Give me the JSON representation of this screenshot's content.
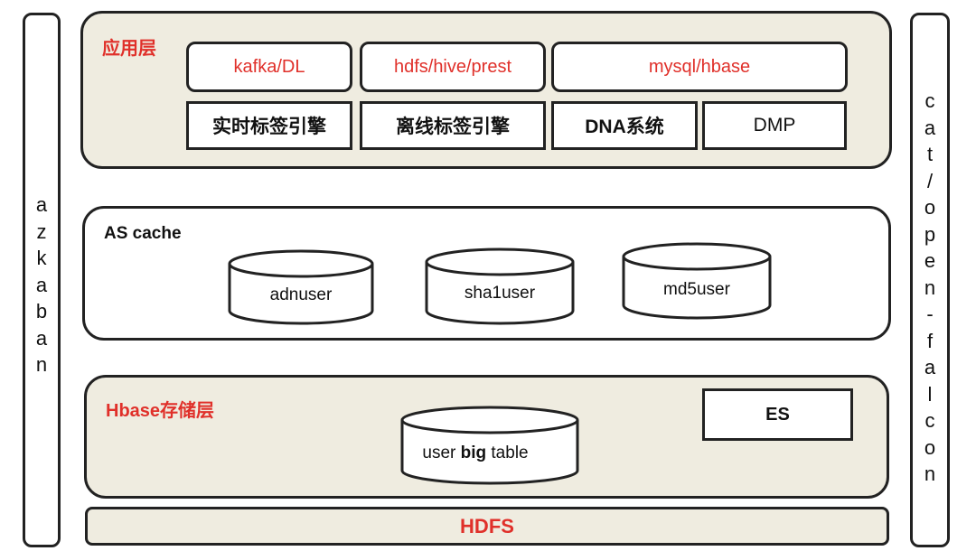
{
  "left_bar": {
    "label": "azkaban"
  },
  "right_bar": {
    "label": "cat/open-falcon"
  },
  "app_layer": {
    "title": "应用层",
    "top_row": [
      "kafka/DL",
      "hdfs/hive/prest",
      "mysql/hbase"
    ],
    "bottom_row": [
      "实时标签引擎",
      "离线标签引擎",
      "DNA系统",
      "DMP"
    ]
  },
  "cache_layer": {
    "title": "AS cache",
    "cylinders": [
      "adnuser",
      "sha1user",
      "md5user"
    ]
  },
  "hbase_layer": {
    "title": "Hbase存储层",
    "table_prefix": "user ",
    "table_bold": "big",
    "table_suffix": " table",
    "es": "ES"
  },
  "hdfs": {
    "label": "HDFS"
  },
  "colors": {
    "accent_red": "#e0302a",
    "panel_tan": "#efece0",
    "border": "#222222"
  }
}
